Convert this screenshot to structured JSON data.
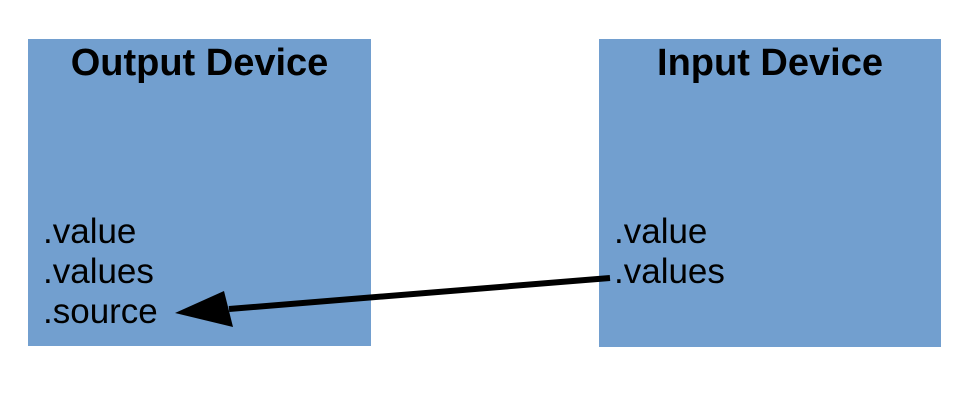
{
  "colors": {
    "background": "#ffffff",
    "box_fill": "#729fcf",
    "text": "#000000",
    "arrow": "#000000"
  },
  "output_device": {
    "title": "Output Device",
    "properties": [
      ".value",
      ".values",
      ".source"
    ]
  },
  "input_device": {
    "title": "Input Device",
    "properties": [
      ".value",
      ".values"
    ]
  },
  "arrow": {
    "color": "#000000",
    "from": "Input Device .values",
    "to": "Output Device .source"
  }
}
